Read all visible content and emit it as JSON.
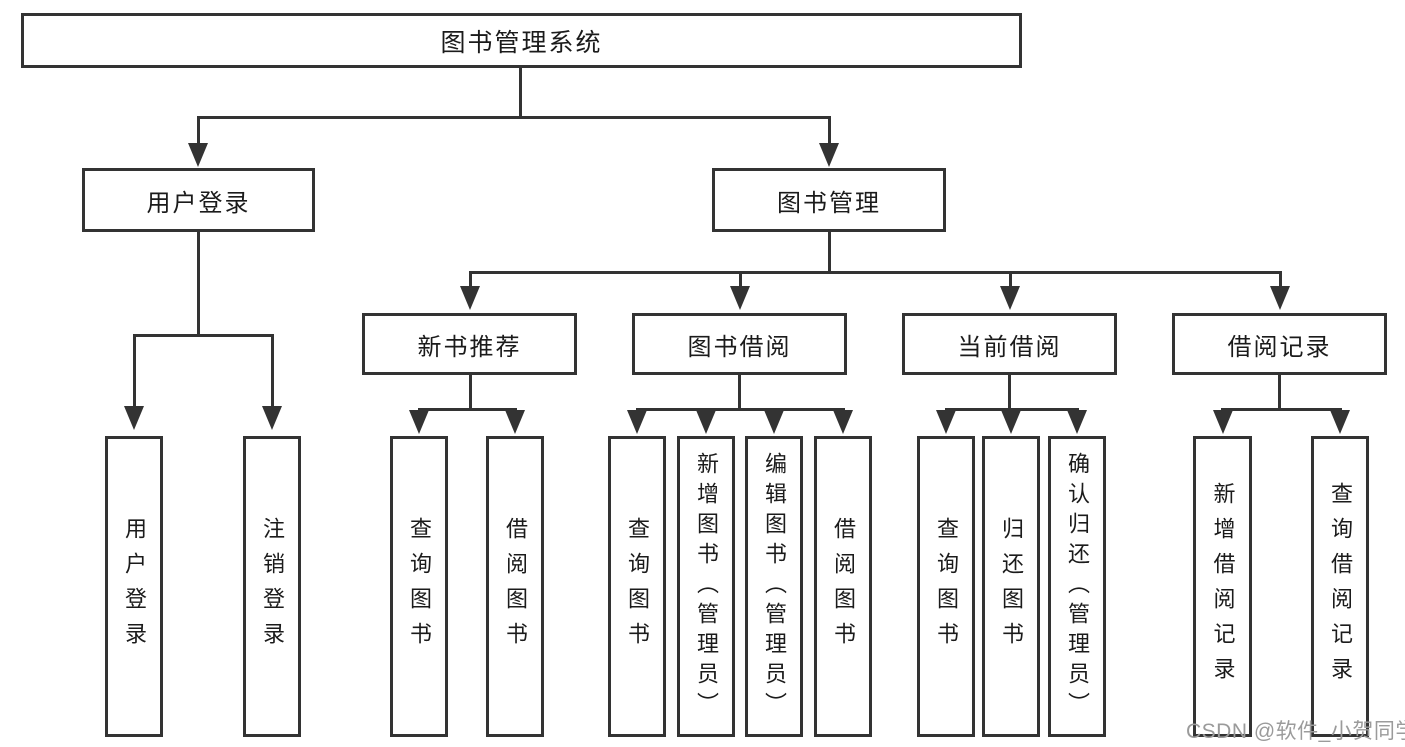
{
  "diagram": {
    "root": {
      "label": "图书管理系统"
    },
    "level2": [
      {
        "label": "用户登录"
      },
      {
        "label": "图书管理"
      }
    ],
    "level3": [
      {
        "label": "新书推荐"
      },
      {
        "label": "图书借阅"
      },
      {
        "label": "当前借阅"
      },
      {
        "label": "借阅记录"
      }
    ],
    "level4": {
      "login": [
        {
          "label": "用户登录"
        },
        {
          "label": "注销登录"
        }
      ],
      "recommend": [
        {
          "label": "查询图书"
        },
        {
          "label": "借阅图书"
        }
      ],
      "borrow": [
        {
          "label": "查询图书"
        },
        {
          "label": "新增图书（管理员）"
        },
        {
          "label": "编辑图书（管理员）"
        },
        {
          "label": "借阅图书"
        }
      ],
      "current": [
        {
          "label": "查询图书"
        },
        {
          "label": "归还图书"
        },
        {
          "label": "确认归还（管理员）"
        }
      ],
      "records": [
        {
          "label": "新增借阅记录"
        },
        {
          "label": "查询借阅记录"
        }
      ]
    },
    "colors": {
      "line": "#333333",
      "text": "#1b1b1b",
      "background": "#ffffff",
      "watermark": "#9b9b9b"
    }
  },
  "watermark": {
    "text": "CSDN @软件_小贺同学"
  }
}
